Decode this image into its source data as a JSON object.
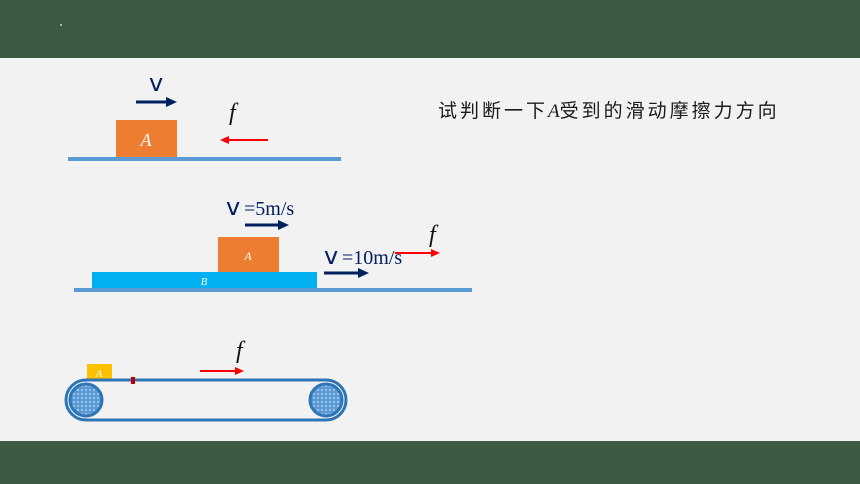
{
  "question": {
    "before": "试判断一下",
    "letter": "A",
    "after": "受到的滑动摩擦力方向"
  },
  "scene1": {
    "velocity_label": "v",
    "friction_label": "f",
    "block_label": "A"
  },
  "scene2": {
    "velocity_symbol_a": "v",
    "velocity_value_a": "=5m/s",
    "velocity_symbol_b": "v",
    "velocity_value_b": "=10m/s",
    "friction_label": "f",
    "block_a_label": "A",
    "board_b_label": "B"
  },
  "scene3": {
    "friction_label": "f",
    "block_label": "A"
  },
  "colors": {
    "header": "#3d5a45",
    "block_orange": "#ed7d31",
    "board_blue": "#00b0f0",
    "ground": "#5b9bd5",
    "arrow_navy": "#002060",
    "arrow_red": "#ff0000",
    "belt_blue": "#2e75b6",
    "block_yellow": "#ffc000"
  }
}
